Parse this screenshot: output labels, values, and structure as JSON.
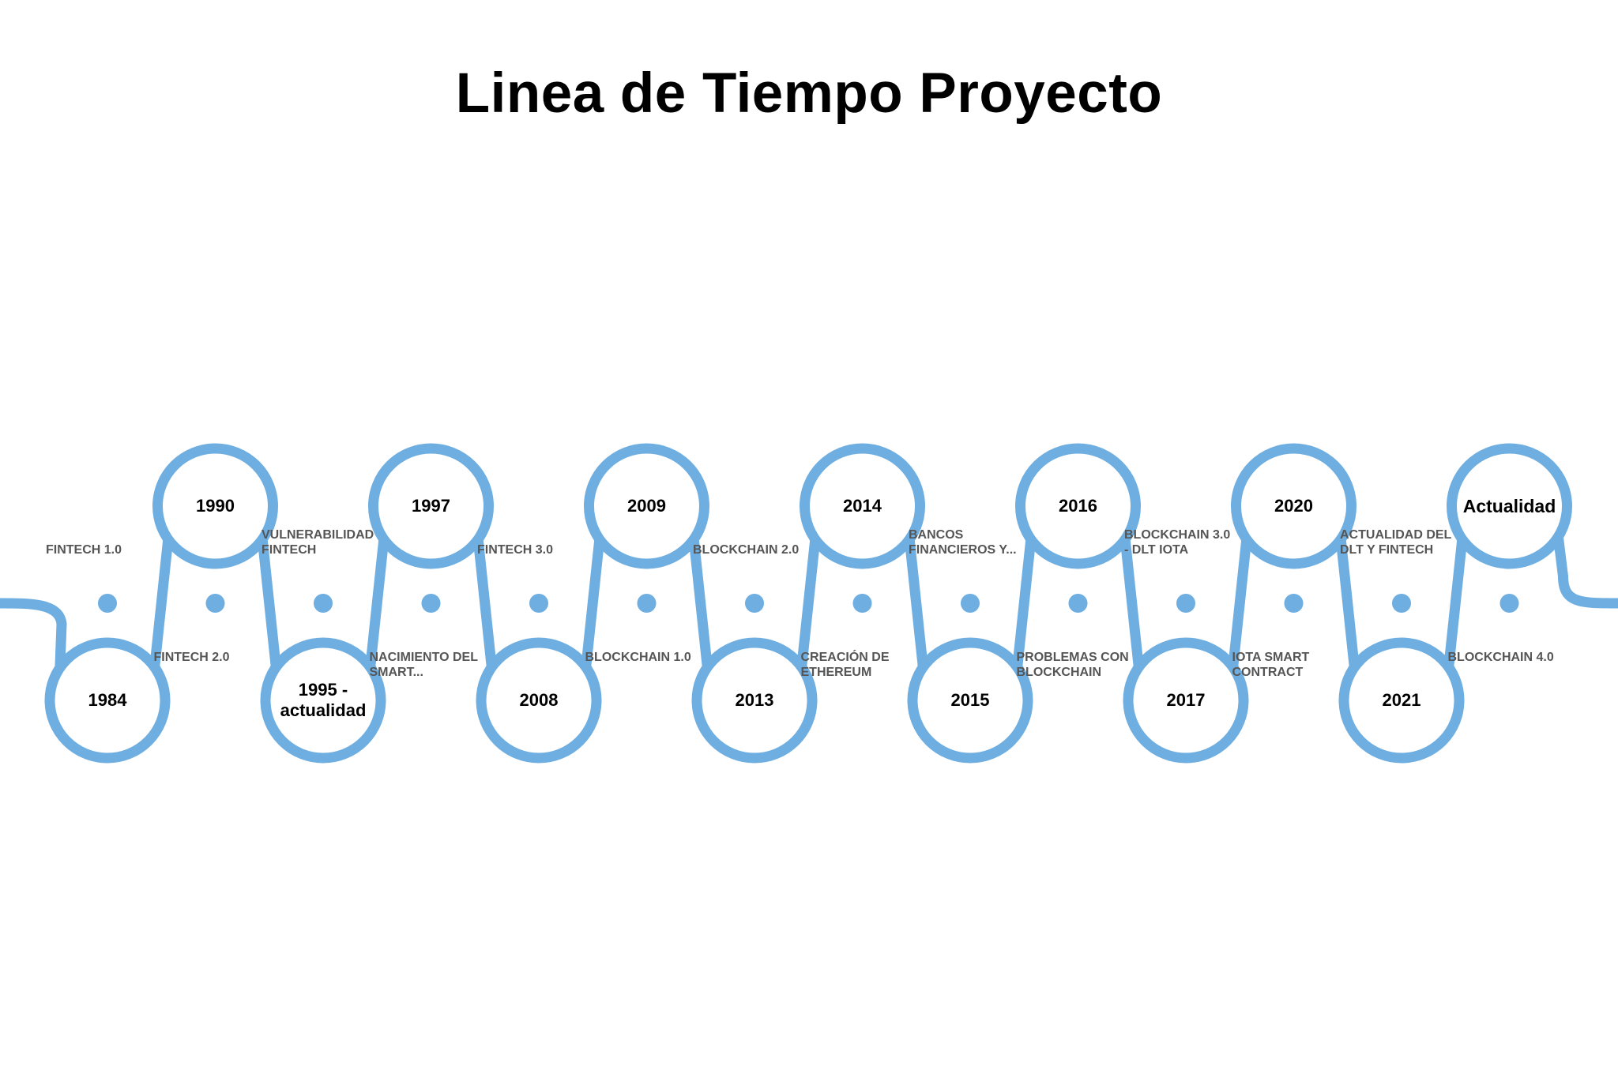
{
  "title": "Linea de Tiempo Proyecto",
  "colors": {
    "line": "#6eaee0",
    "year_text": "#000000",
    "label_text": "#555555"
  },
  "milestones": [
    {
      "year": "1984",
      "label": "FINTECH 1.0",
      "position": "bottom"
    },
    {
      "year": "1990",
      "label": "FINTECH 2.0",
      "position": "top"
    },
    {
      "year": "1995 - actualidad",
      "label": "VULNERABILIDAD FINTECH",
      "position": "bottom"
    },
    {
      "year": "1997",
      "label": "NACIMIENTO DEL SMART...",
      "position": "top"
    },
    {
      "year": "2008",
      "label": "FINTECH 3.0",
      "position": "bottom"
    },
    {
      "year": "2009",
      "label": "BLOCKCHAIN 1.0",
      "position": "top"
    },
    {
      "year": "2013",
      "label": "BLOCKCHAIN 2.0",
      "position": "bottom"
    },
    {
      "year": "2014",
      "label": "CREACIÓN DE ETHEREUM",
      "position": "top"
    },
    {
      "year": "2015",
      "label": "BANCOS FINANCIEROS Y...",
      "position": "bottom"
    },
    {
      "year": "2016",
      "label": "PROBLEMAS CON BLOCKCHAIN",
      "position": "top"
    },
    {
      "year": "2017",
      "label": "BLOCKCHAIN 3.0 - DLT IOTA",
      "position": "bottom"
    },
    {
      "year": "2020",
      "label": "IOTA SMART CONTRACT",
      "position": "top"
    },
    {
      "year": "2021",
      "label": "ACTUALIDAD DEL DLT Y FINTECH",
      "position": "bottom"
    },
    {
      "year": "Actualidad",
      "label": "BLOCKCHAIN 4.0",
      "position": "top"
    }
  ]
}
